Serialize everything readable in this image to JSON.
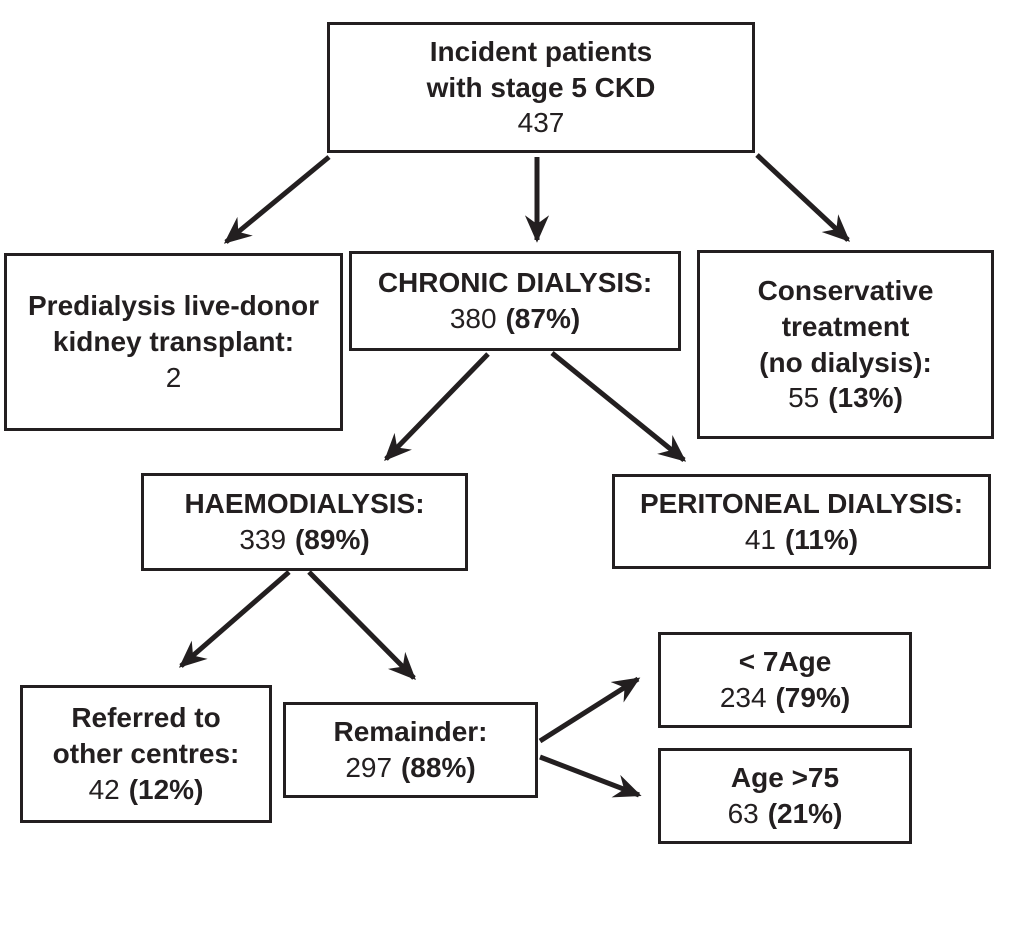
{
  "colors": {
    "ink": "#231f20",
    "background": "#ffffff"
  },
  "diagram": {
    "type": "flowchart",
    "nodes": {
      "incident": {
        "lines": [
          "Incident patients",
          "with stage 5 CKD"
        ],
        "count": "437",
        "percent": ""
      },
      "predialysis": {
        "lines": [
          "Predialysis live-donor",
          "kidney transplant:"
        ],
        "count": "2",
        "percent": ""
      },
      "chronic": {
        "lines": [
          "CHRONIC DIALYSIS:"
        ],
        "count": "380",
        "percent": "(87%)"
      },
      "conservative": {
        "lines": [
          "Conservative",
          "treatment",
          "(no dialysis):"
        ],
        "count": "55",
        "percent": "(13%)"
      },
      "haemo": {
        "lines": [
          "HAEMODIALYSIS:"
        ],
        "count": "339",
        "percent": "(89%)"
      },
      "peritoneal": {
        "lines": [
          "PERITONEAL DIALYSIS:"
        ],
        "count": "41",
        "percent": "(11%)"
      },
      "referred": {
        "lines": [
          "Referred to",
          "other centres:"
        ],
        "count": "42",
        "percent": "(12%)"
      },
      "remainder": {
        "lines": [
          "Remainder:"
        ],
        "count": "297",
        "percent": "(88%)"
      },
      "age_under": {
        "lines": [
          "< 7Age"
        ],
        "count": "234",
        "percent": "(79%)"
      },
      "age_over": {
        "lines": [
          "Age >75"
        ],
        "count": "63",
        "percent": "(21%)"
      }
    },
    "edges": [
      {
        "from": "incident",
        "to": "predialysis"
      },
      {
        "from": "incident",
        "to": "chronic"
      },
      {
        "from": "incident",
        "to": "conservative"
      },
      {
        "from": "chronic",
        "to": "haemo"
      },
      {
        "from": "chronic",
        "to": "peritoneal"
      },
      {
        "from": "haemo",
        "to": "referred"
      },
      {
        "from": "haemo",
        "to": "remainder"
      },
      {
        "from": "remainder",
        "to": "age_under"
      },
      {
        "from": "remainder",
        "to": "age_over"
      }
    ]
  }
}
